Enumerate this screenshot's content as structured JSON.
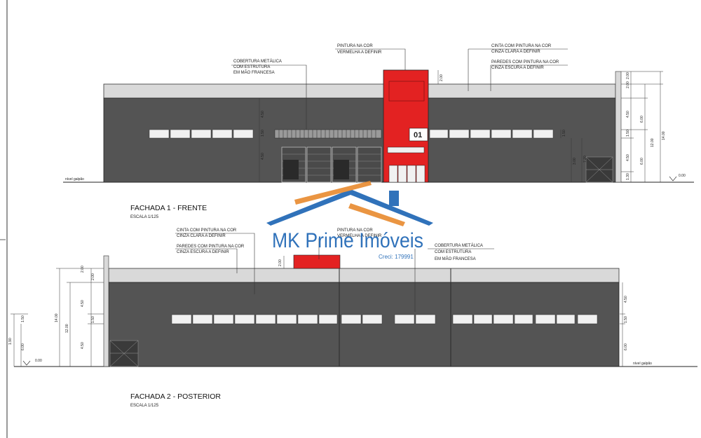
{
  "facade1": {
    "title": "FACHADA 1 - FRENTE",
    "scale": "ESCALA 1/125",
    "ground_label": "nível galpão",
    "level_label": "0.00",
    "unit_number": "01",
    "notes": {
      "cover_1": "COBERTURA METÁLICA",
      "cover_2": "COM ESTRUTURA",
      "cover_3": "EM MÃO FRANCESA",
      "red_1": "PINTURA NA COR",
      "red_2": "VERMELHA A DEFINIR",
      "band_1": "CINTA COM PINTURA NA COR",
      "band_2": "CINZA CLARA A DEFINIR",
      "walls_1": "PAREDES COM PINTURA NA COR",
      "walls_2": "CINZA ESCURA A DEFINIR"
    },
    "dims": {
      "d200a": "2.00",
      "d200b": "2.00",
      "d450a": "4.50",
      "d450b": "4.50",
      "d150a": "1.50",
      "d150b": "1.50",
      "d130": "1.30",
      "d600": "6.00",
      "d1200": "12.00",
      "d1400": "14.00",
      "d300": "3.00",
      "d720": "7.20"
    }
  },
  "facade2": {
    "title": "FACHADA 2 - POSTERIOR",
    "scale": "ESCALA 1/125",
    "ground_label": "nível galpão",
    "level_label": "0.00",
    "notes": {
      "band_1": "CINTA COM PINTURA NA COR",
      "band_2": "CINZA CLARA A DEFINIR",
      "walls_1": "PAREDES COM PINTURA NA COR",
      "walls_2": "CINZA ESCURA A DEFINIR",
      "red_1": "PINTURA NA COR",
      "red_2": "VERMELHA A DEFINIR",
      "cover_1": "COBERTURA METÁLICA",
      "cover_2": "COM ESTRUTURA",
      "cover_3": "EM MÃO FRANCESA"
    },
    "dims": {
      "d200a": "2.00",
      "d200b": "2.00",
      "d450a": "4.50",
      "d450b": "4.50",
      "d150a": "1.50",
      "d150b": "1.50",
      "d600": "6.00",
      "d1200": "12.00",
      "d1400": "14.00",
      "d190": "1.90"
    }
  },
  "watermark": {
    "brand": "MK Prime Imóveis",
    "creci": "Creci: 179991",
    "roof_blue": "#1a63b3",
    "roof_orange": "#e88a2e"
  },
  "colors": {
    "wall": "#545454",
    "band": "#d9d9d9",
    "red": "#e32222",
    "window": "#f1f1f1"
  }
}
